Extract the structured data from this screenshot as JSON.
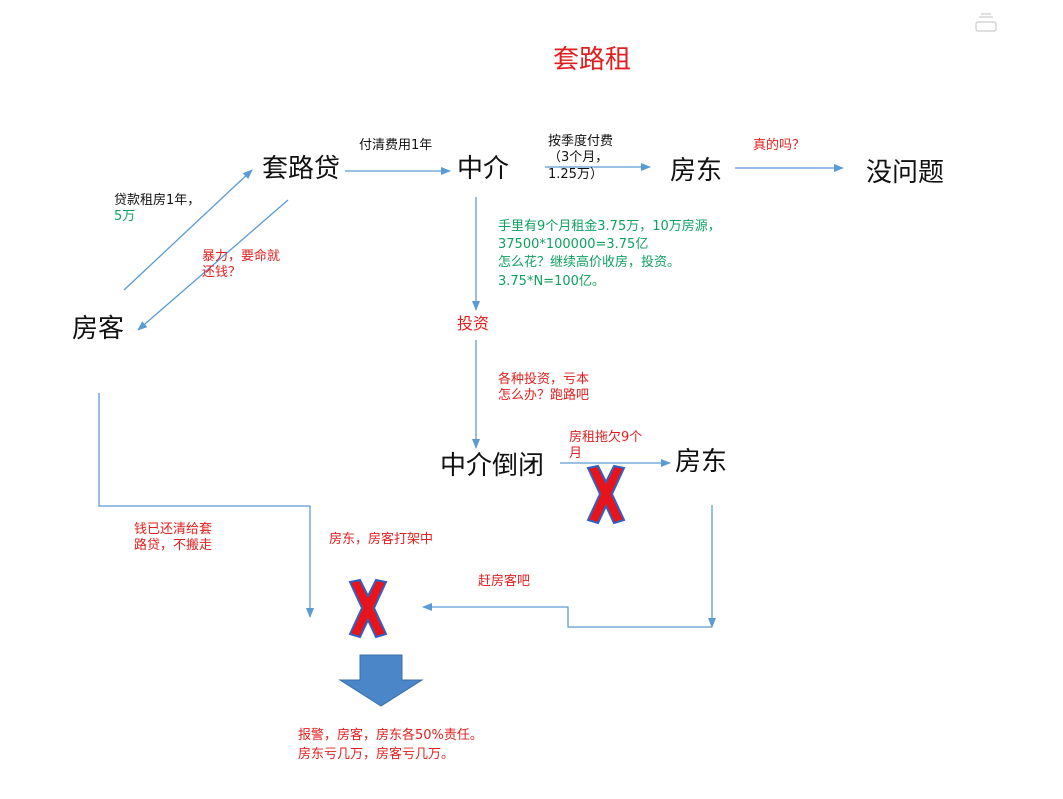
{
  "title": "套路租",
  "nodes": {
    "taoludai": "套路贷",
    "zhongjie": "中介",
    "fangdong1": "房东",
    "meiwenti": "没问题",
    "fangke": "房客",
    "touzi": "投资",
    "zhongjie_daobi": "中介倒闭",
    "fangdong2": "房东"
  },
  "labels": {
    "fuqing": "付清费用1年",
    "anjidu_1": "按季度付费",
    "anjidu_2": "（3个月，",
    "anjidu_3": "1.25万）",
    "zhendema": "真的吗？",
    "daikuan_1": "贷款租房1年，",
    "daikuan_2": "5万",
    "baoli_1": "暴力，要命就",
    "baoli_2": "还钱？",
    "green_1": "手里有9个月租金3.75万，10万房源，",
    "green_2": "37500*100000=3.75亿",
    "green_3": "怎么花？继续高价收房，投资。",
    "green_4": "3.75*N=100亿。",
    "kuiben_1": "各种投资，亏本",
    "kuiben_2": "怎么办？跑路吧",
    "tuoqian_1": "房租拖欠9个",
    "tuoqian_2": "月",
    "qianyi_1": "钱已还清给套",
    "qianyi_2": "路贷，不搬走",
    "dajia": "房东，房客打架中",
    "gan": "赶房客吧",
    "result_1": "报警，房客，房东各50%责任。",
    "result_2": "房东亏几万，房客亏几万。"
  },
  "colors": {
    "line": "#5b9bd5",
    "red": "#e02020",
    "green": "#10a060",
    "arrow_fill": "#4a86c8"
  }
}
